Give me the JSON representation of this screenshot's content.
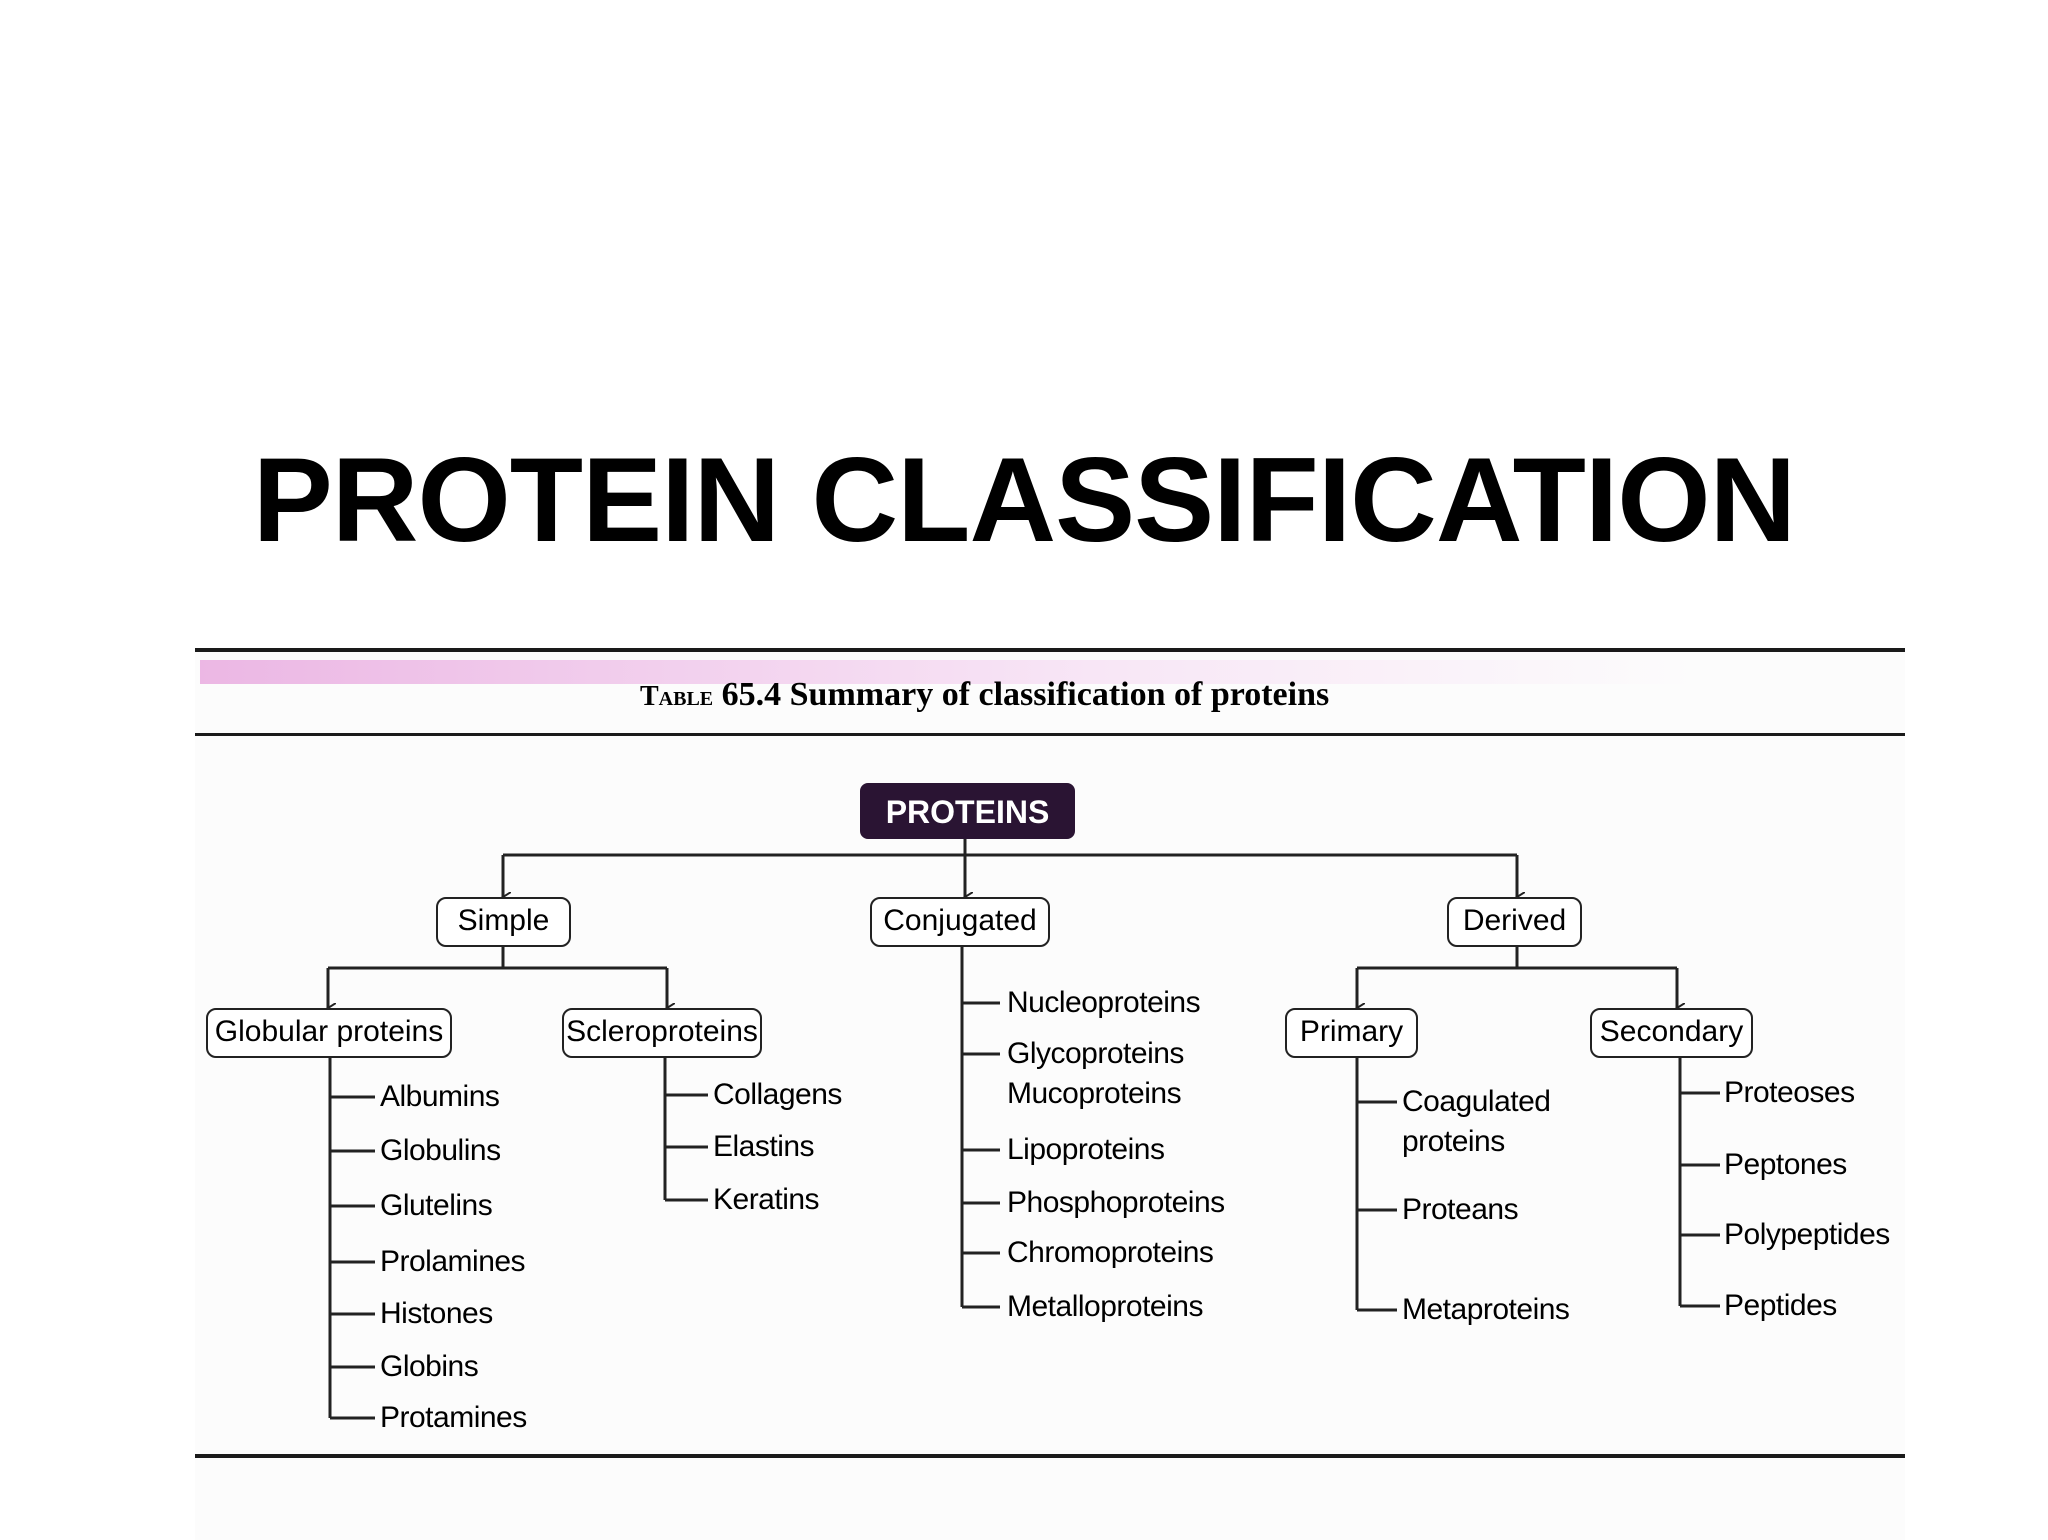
{
  "slide": {
    "title": "PROTEIN CLASSIFICATION"
  },
  "table": {
    "caption_lead": "Table",
    "caption_rest": "65.4 Summary of classification of proteins"
  },
  "tree": {
    "root": "PROTEINS",
    "simple": {
      "label": "Simple",
      "globular": {
        "label": "Globular proteins",
        "items": [
          "Albumins",
          "Globulins",
          "Glutelins",
          "Prolamines",
          "Histones",
          "Globins",
          "Protamines"
        ]
      },
      "sclero": {
        "label": "Scleroproteins",
        "items": [
          "Collagens",
          "Elastins",
          "Keratins"
        ]
      }
    },
    "conjugated": {
      "label": "Conjugated",
      "items": [
        "Nucleoproteins",
        "Glycoproteins",
        "Mucoproteins",
        "Lipoproteins",
        "Phosphoproteins",
        "Chromoproteins",
        "Metalloproteins"
      ]
    },
    "derived": {
      "label": "Derived",
      "primary": {
        "label": "Primary",
        "items": [
          "Coagulated",
          "proteins",
          "Proteans",
          "Metaproteins"
        ]
      },
      "secondary": {
        "label": "Secondary",
        "items": [
          "Proteoses",
          "Peptones",
          "Polypeptides",
          "Peptides"
        ]
      }
    }
  }
}
